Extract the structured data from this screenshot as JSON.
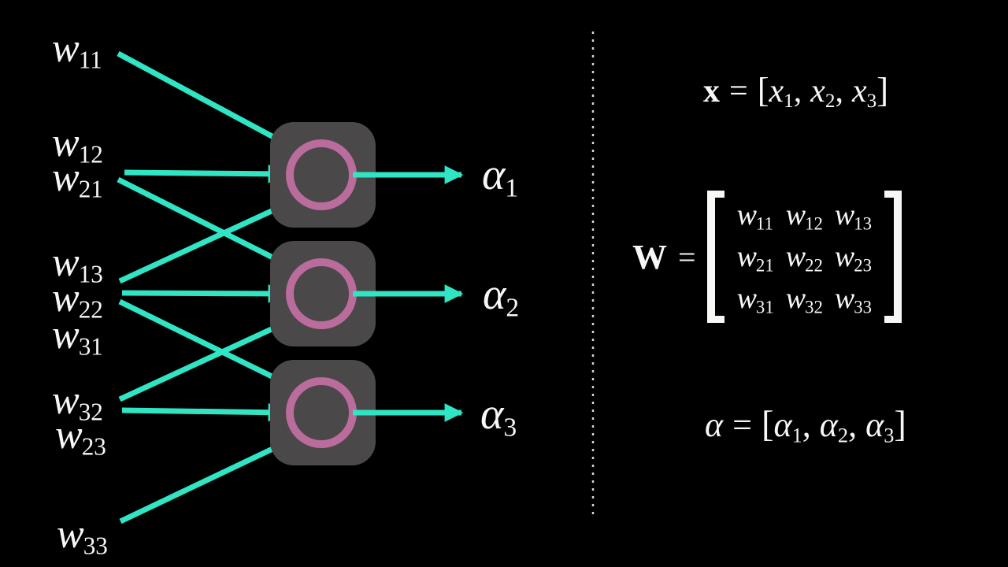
{
  "colors": {
    "background": "#000000",
    "arrow_teal": "#2FE5C4",
    "neuron_fill": "#4A4848",
    "neuron_ring": "#BA6C9C",
    "text_white": "#F7F7F5",
    "divider": "#D8D8D8"
  },
  "diagram": {
    "weights": [
      {
        "id": "w11",
        "base": "w",
        "sub": "11"
      },
      {
        "id": "w12",
        "base": "w",
        "sub": "12"
      },
      {
        "id": "w21",
        "base": "w",
        "sub": "21"
      },
      {
        "id": "w13",
        "base": "w",
        "sub": "13"
      },
      {
        "id": "w22",
        "base": "w",
        "sub": "22"
      },
      {
        "id": "w31",
        "base": "w",
        "sub": "31"
      },
      {
        "id": "w32",
        "base": "w",
        "sub": "32"
      },
      {
        "id": "w23",
        "base": "w",
        "sub": "23"
      },
      {
        "id": "w33",
        "base": "w",
        "sub": "33"
      }
    ],
    "outputs": [
      {
        "id": "alpha1",
        "base": "α",
        "sub": "1"
      },
      {
        "id": "alpha2",
        "base": "α",
        "sub": "2"
      },
      {
        "id": "alpha3",
        "base": "α",
        "sub": "3"
      }
    ],
    "neuron_count": 3
  },
  "panel": {
    "x_equation": {
      "lhs": "x",
      "eq": "=",
      "open": "[",
      "close": "]",
      "comma": ",",
      "terms": [
        {
          "base": "x",
          "sub": "1"
        },
        {
          "base": "x",
          "sub": "2"
        },
        {
          "base": "x",
          "sub": "3"
        }
      ]
    },
    "w_equation": {
      "lhs": "W",
      "eq": "=",
      "rows": [
        [
          {
            "base": "w",
            "sub": "11"
          },
          {
            "base": "w",
            "sub": "12"
          },
          {
            "base": "w",
            "sub": "13"
          }
        ],
        [
          {
            "base": "w",
            "sub": "21"
          },
          {
            "base": "w",
            "sub": "22"
          },
          {
            "base": "w",
            "sub": "23"
          }
        ],
        [
          {
            "base": "w",
            "sub": "31"
          },
          {
            "base": "w",
            "sub": "32"
          },
          {
            "base": "w",
            "sub": "33"
          }
        ]
      ]
    },
    "alpha_equation": {
      "lhs": "α",
      "eq": "=",
      "open": "[",
      "close": "]",
      "comma": ",",
      "terms": [
        {
          "base": "α",
          "sub": "1"
        },
        {
          "base": "α",
          "sub": "2"
        },
        {
          "base": "α",
          "sub": "3"
        }
      ]
    }
  }
}
